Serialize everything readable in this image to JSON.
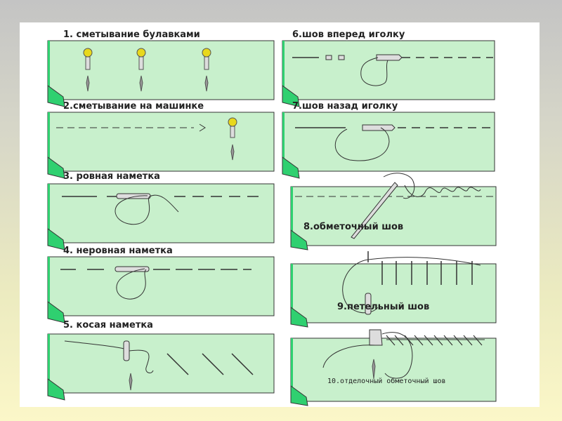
{
  "slide": {
    "title": "",
    "panels": [
      {
        "id": 1,
        "caption": "1. сметывание булавками"
      },
      {
        "id": 2,
        "caption": "2.сметывание на машинке"
      },
      {
        "id": 3,
        "caption": "3. ровная наметка"
      },
      {
        "id": 4,
        "caption": "4. неровная наметка"
      },
      {
        "id": 5,
        "caption": "5. косая наметка"
      },
      {
        "id": 6,
        "caption": "6.шов вперед иголку"
      },
      {
        "id": 7,
        "caption": "7.шов назад иголку"
      },
      {
        "id": 8,
        "caption": "8.обметочный шов"
      },
      {
        "id": 9,
        "caption": "9.петельный шов"
      },
      {
        "id": 10,
        "caption": "10.отделочный обметочный шов"
      }
    ]
  },
  "colors": {
    "fabric": "#c8f0cc",
    "fold": "#2fd070",
    "stroke": "#333333",
    "pin_head": "#e8d81c"
  }
}
